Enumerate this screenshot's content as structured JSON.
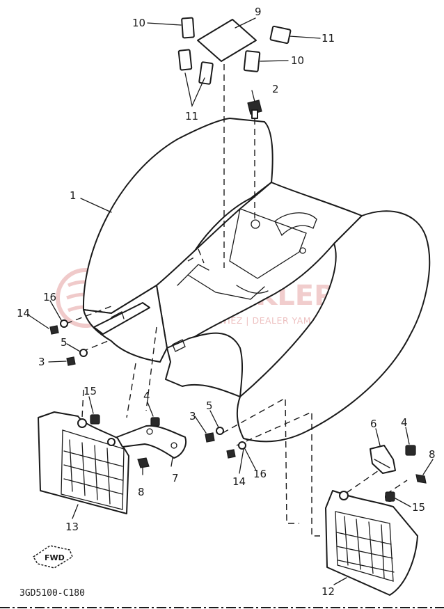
{
  "callouts": {
    "c1": "1",
    "c2": "2",
    "c3a": "3",
    "c3b": "3",
    "c4a": "4",
    "c4b": "4",
    "c5a": "5",
    "c5b": "5",
    "c6": "6",
    "c7": "7",
    "c8a": "8",
    "c8b": "8",
    "c9": "9",
    "c10a": "10",
    "c10b": "10",
    "c11a": "11",
    "c11b": "11",
    "c12": "12",
    "c13": "13",
    "c14a": "14",
    "c14b": "14",
    "c15a": "15",
    "c15b": "15",
    "c16a": "16",
    "c16b": "16"
  },
  "drawing_code": "3GD5100-C180",
  "direction_arrow": "FWD",
  "watermark": {
    "title": "YAMA-SKLEP.PL",
    "subtitle": "PRODUCENCHOWIEZ | DEALER YAMAHA"
  },
  "colors": {
    "line": "#1a1a1a",
    "watermark": "#e6a6a6"
  }
}
